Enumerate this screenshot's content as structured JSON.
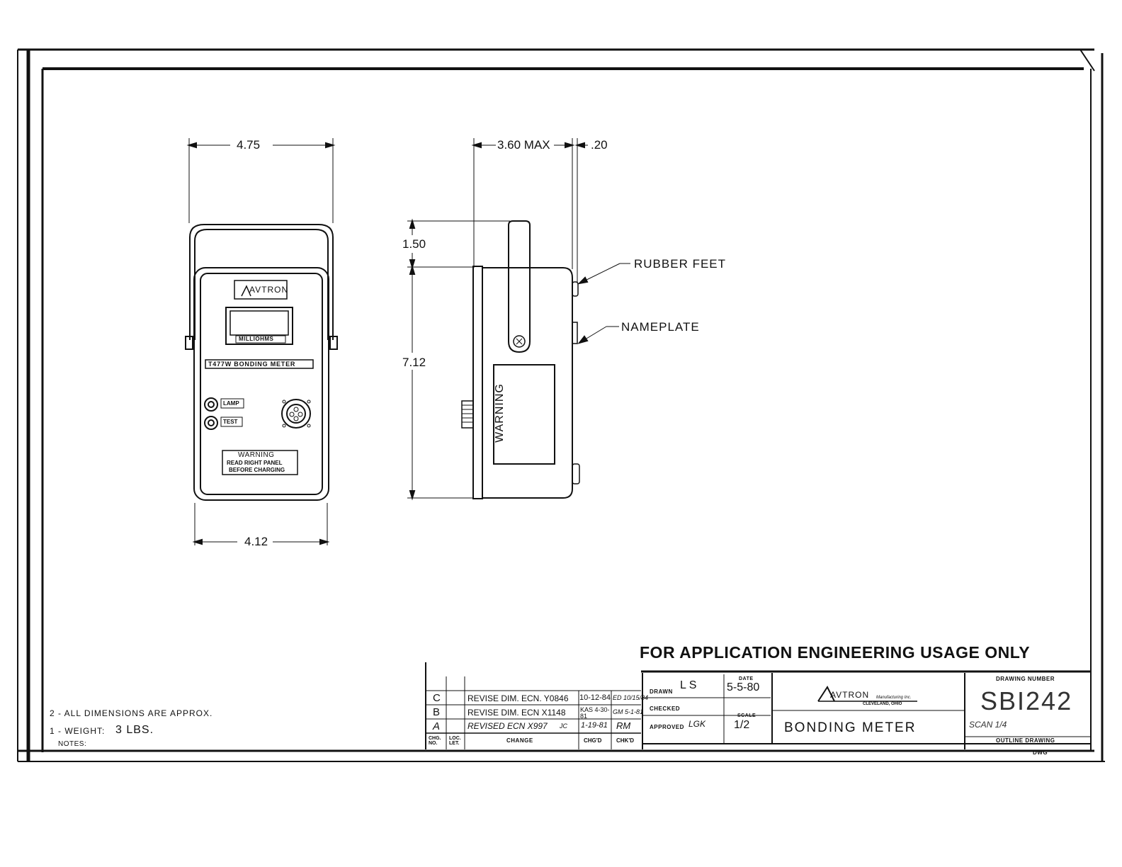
{
  "front_view": {
    "width_top": "4.75",
    "width_bottom": "4.12",
    "logo": "AVTRON",
    "display_label": "MILLIOHMS",
    "model_plate": "T477W BONDING METER",
    "lamp_label": "LAMP",
    "test_label": "TEST",
    "warning_title": "WARNING",
    "warning_line1": "READ RIGHT PANEL",
    "warning_line2": "BEFORE CHARGING"
  },
  "side_view": {
    "depth": "3.60 MAX",
    "feet": ".20",
    "handle_height": "1.50",
    "body_height": "7.12",
    "warning_label": "WARNING",
    "callout_feet": "RUBBER FEET",
    "callout_nameplate": "NAMEPLATE"
  },
  "banner": "FOR APPLICATION ENGINEERING USAGE ONLY",
  "notes": {
    "line2": "2 - ALL DIMENSIONS ARE APPROX.",
    "line1_prefix": "1 - WEIGHT:",
    "line1_value": "3 LBS.",
    "heading": "NOTES:"
  },
  "revisions": {
    "rows": [
      {
        "letter": "C",
        "change": "REVISE DIM. ECN. Y0846",
        "date": "10-12-84",
        "chgd": "",
        "chkd": "ED 10/15/84"
      },
      {
        "letter": "B",
        "change": "REVISE DIM. ECN X1148",
        "date": "KAS 4-30-81",
        "chgd": "",
        "chkd": "GM 5-1-81"
      },
      {
        "letter": "A",
        "change": "REVISED ECN X997",
        "initials": "JC",
        "date": "1-19-81",
        "chgd": "",
        "chkd": "RM"
      }
    ],
    "headers": {
      "chg_no": "CHG. NO.",
      "loc_let": "LOC. LET.",
      "change": "CHANGE",
      "chgd": "CHG'D",
      "chkd": "CHK'D"
    }
  },
  "title_block": {
    "drawn_label": "DRAWN",
    "drawn_value": "L S",
    "date_label": "DATE",
    "date_value": "5-5-80",
    "checked_label": "CHECKED",
    "approved_label": "APPROVED",
    "approved_value": "LGK",
    "scale_label": "SCALE",
    "scale_value": "1/2",
    "company": "AVTRON",
    "company_sub1": "Manufacturing Inc.",
    "company_sub2": "CLEVELAND, OHIO",
    "title": "BONDING METER",
    "drawing_number_label": "DRAWING NUMBER",
    "drawing_number": "SBI242",
    "scan_note": "SCAN 1/4",
    "outline_label": "OUTLINE DRAWING",
    "dwg_label": "DWG"
  }
}
